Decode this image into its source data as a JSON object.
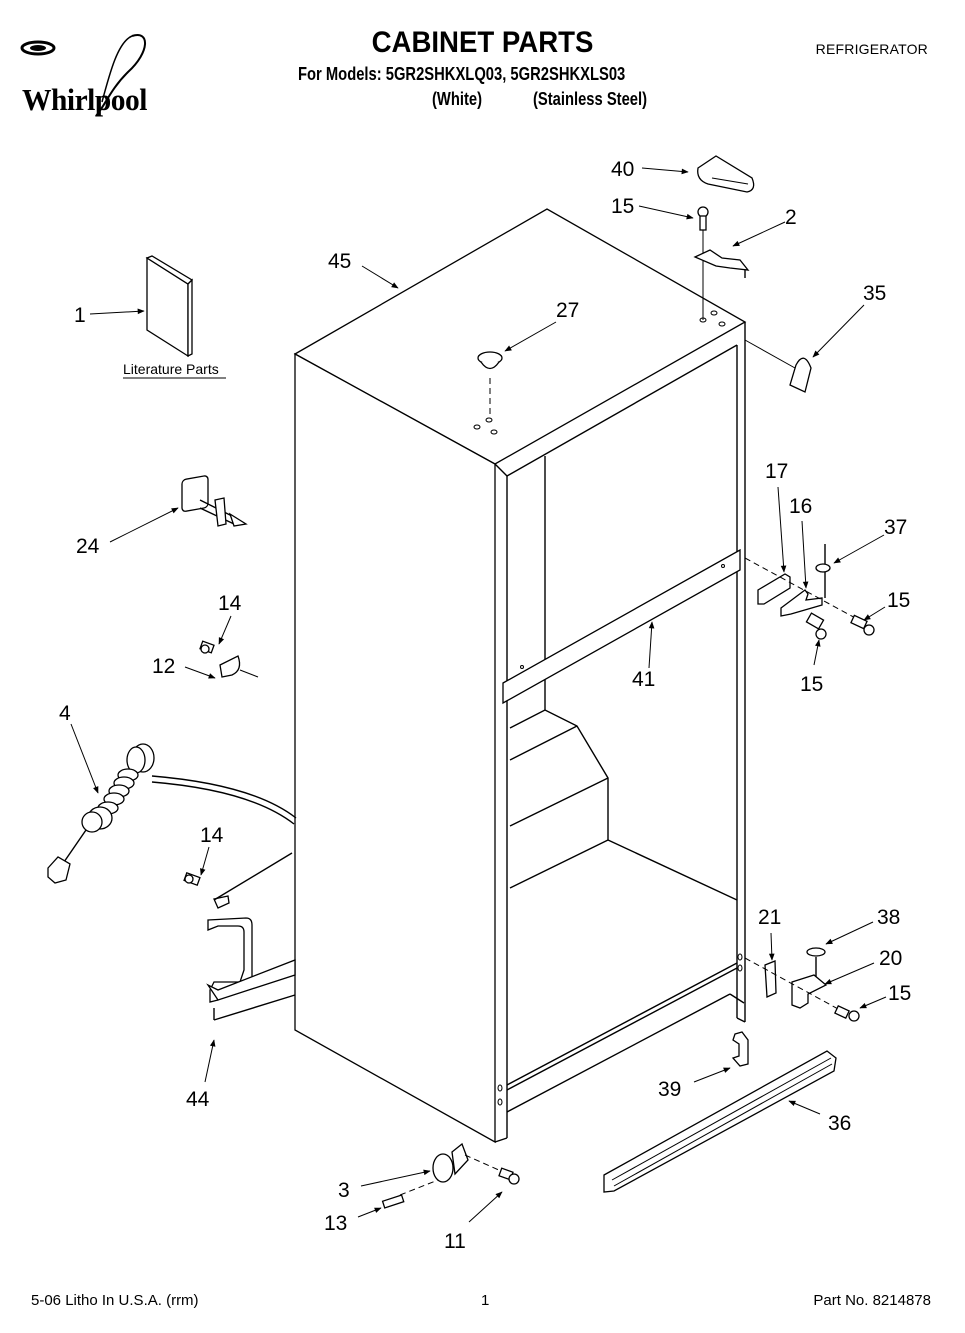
{
  "header": {
    "brand": "Whirlpool",
    "title": "CABINET PARTS",
    "models_line": "For Models: 5GR2SHKXLQ03, 5GR2SHKXLS03",
    "variants": [
      "(White)",
      "(Stainless Steel)"
    ],
    "category": "REFRIGERATOR"
  },
  "diagram": {
    "literature_caption": "Literature Parts",
    "callouts": [
      {
        "id": "c40",
        "label": "40",
        "part": "top hinge cover"
      },
      {
        "id": "c15a",
        "label": "15",
        "part": "screw"
      },
      {
        "id": "c2",
        "label": "2",
        "part": "top hinge"
      },
      {
        "id": "c45",
        "label": "45",
        "part": "cabinet"
      },
      {
        "id": "c27",
        "label": "27",
        "part": "plug button"
      },
      {
        "id": "c35",
        "label": "35",
        "part": "hinge cap"
      },
      {
        "id": "c1",
        "label": "1",
        "part": "literature"
      },
      {
        "id": "c24",
        "label": "24",
        "part": "stop"
      },
      {
        "id": "c17",
        "label": "17",
        "part": "shim"
      },
      {
        "id": "c16",
        "label": "16",
        "part": "center hinge"
      },
      {
        "id": "c37",
        "label": "37",
        "part": "washer"
      },
      {
        "id": "c15b",
        "label": "15",
        "part": "screw"
      },
      {
        "id": "c15c",
        "label": "15",
        "part": "screw"
      },
      {
        "id": "c14a",
        "label": "14",
        "part": "screw"
      },
      {
        "id": "c12",
        "label": "12",
        "part": "clamp"
      },
      {
        "id": "c41",
        "label": "41",
        "part": "divider strip"
      },
      {
        "id": "c4",
        "label": "4",
        "part": "power cord"
      },
      {
        "id": "c14b",
        "label": "14",
        "part": "screw"
      },
      {
        "id": "c21",
        "label": "21",
        "part": "shim"
      },
      {
        "id": "c38",
        "label": "38",
        "part": "washer"
      },
      {
        "id": "c20",
        "label": "20",
        "part": "bottom hinge"
      },
      {
        "id": "c15d",
        "label": "15",
        "part": "screw"
      },
      {
        "id": "c39",
        "label": "39",
        "part": "grille clip"
      },
      {
        "id": "c36",
        "label": "36",
        "part": "toe grille"
      },
      {
        "id": "c44",
        "label": "44",
        "part": "cover plate"
      },
      {
        "id": "c3",
        "label": "3",
        "part": "roller"
      },
      {
        "id": "c13",
        "label": "13",
        "part": "pin"
      },
      {
        "id": "c11",
        "label": "11",
        "part": "screw"
      }
    ]
  },
  "footer": {
    "print_info": "5-06 Litho In U.S.A. (rrm)",
    "page_number": "1",
    "part_number": "Part No. 8214878"
  }
}
